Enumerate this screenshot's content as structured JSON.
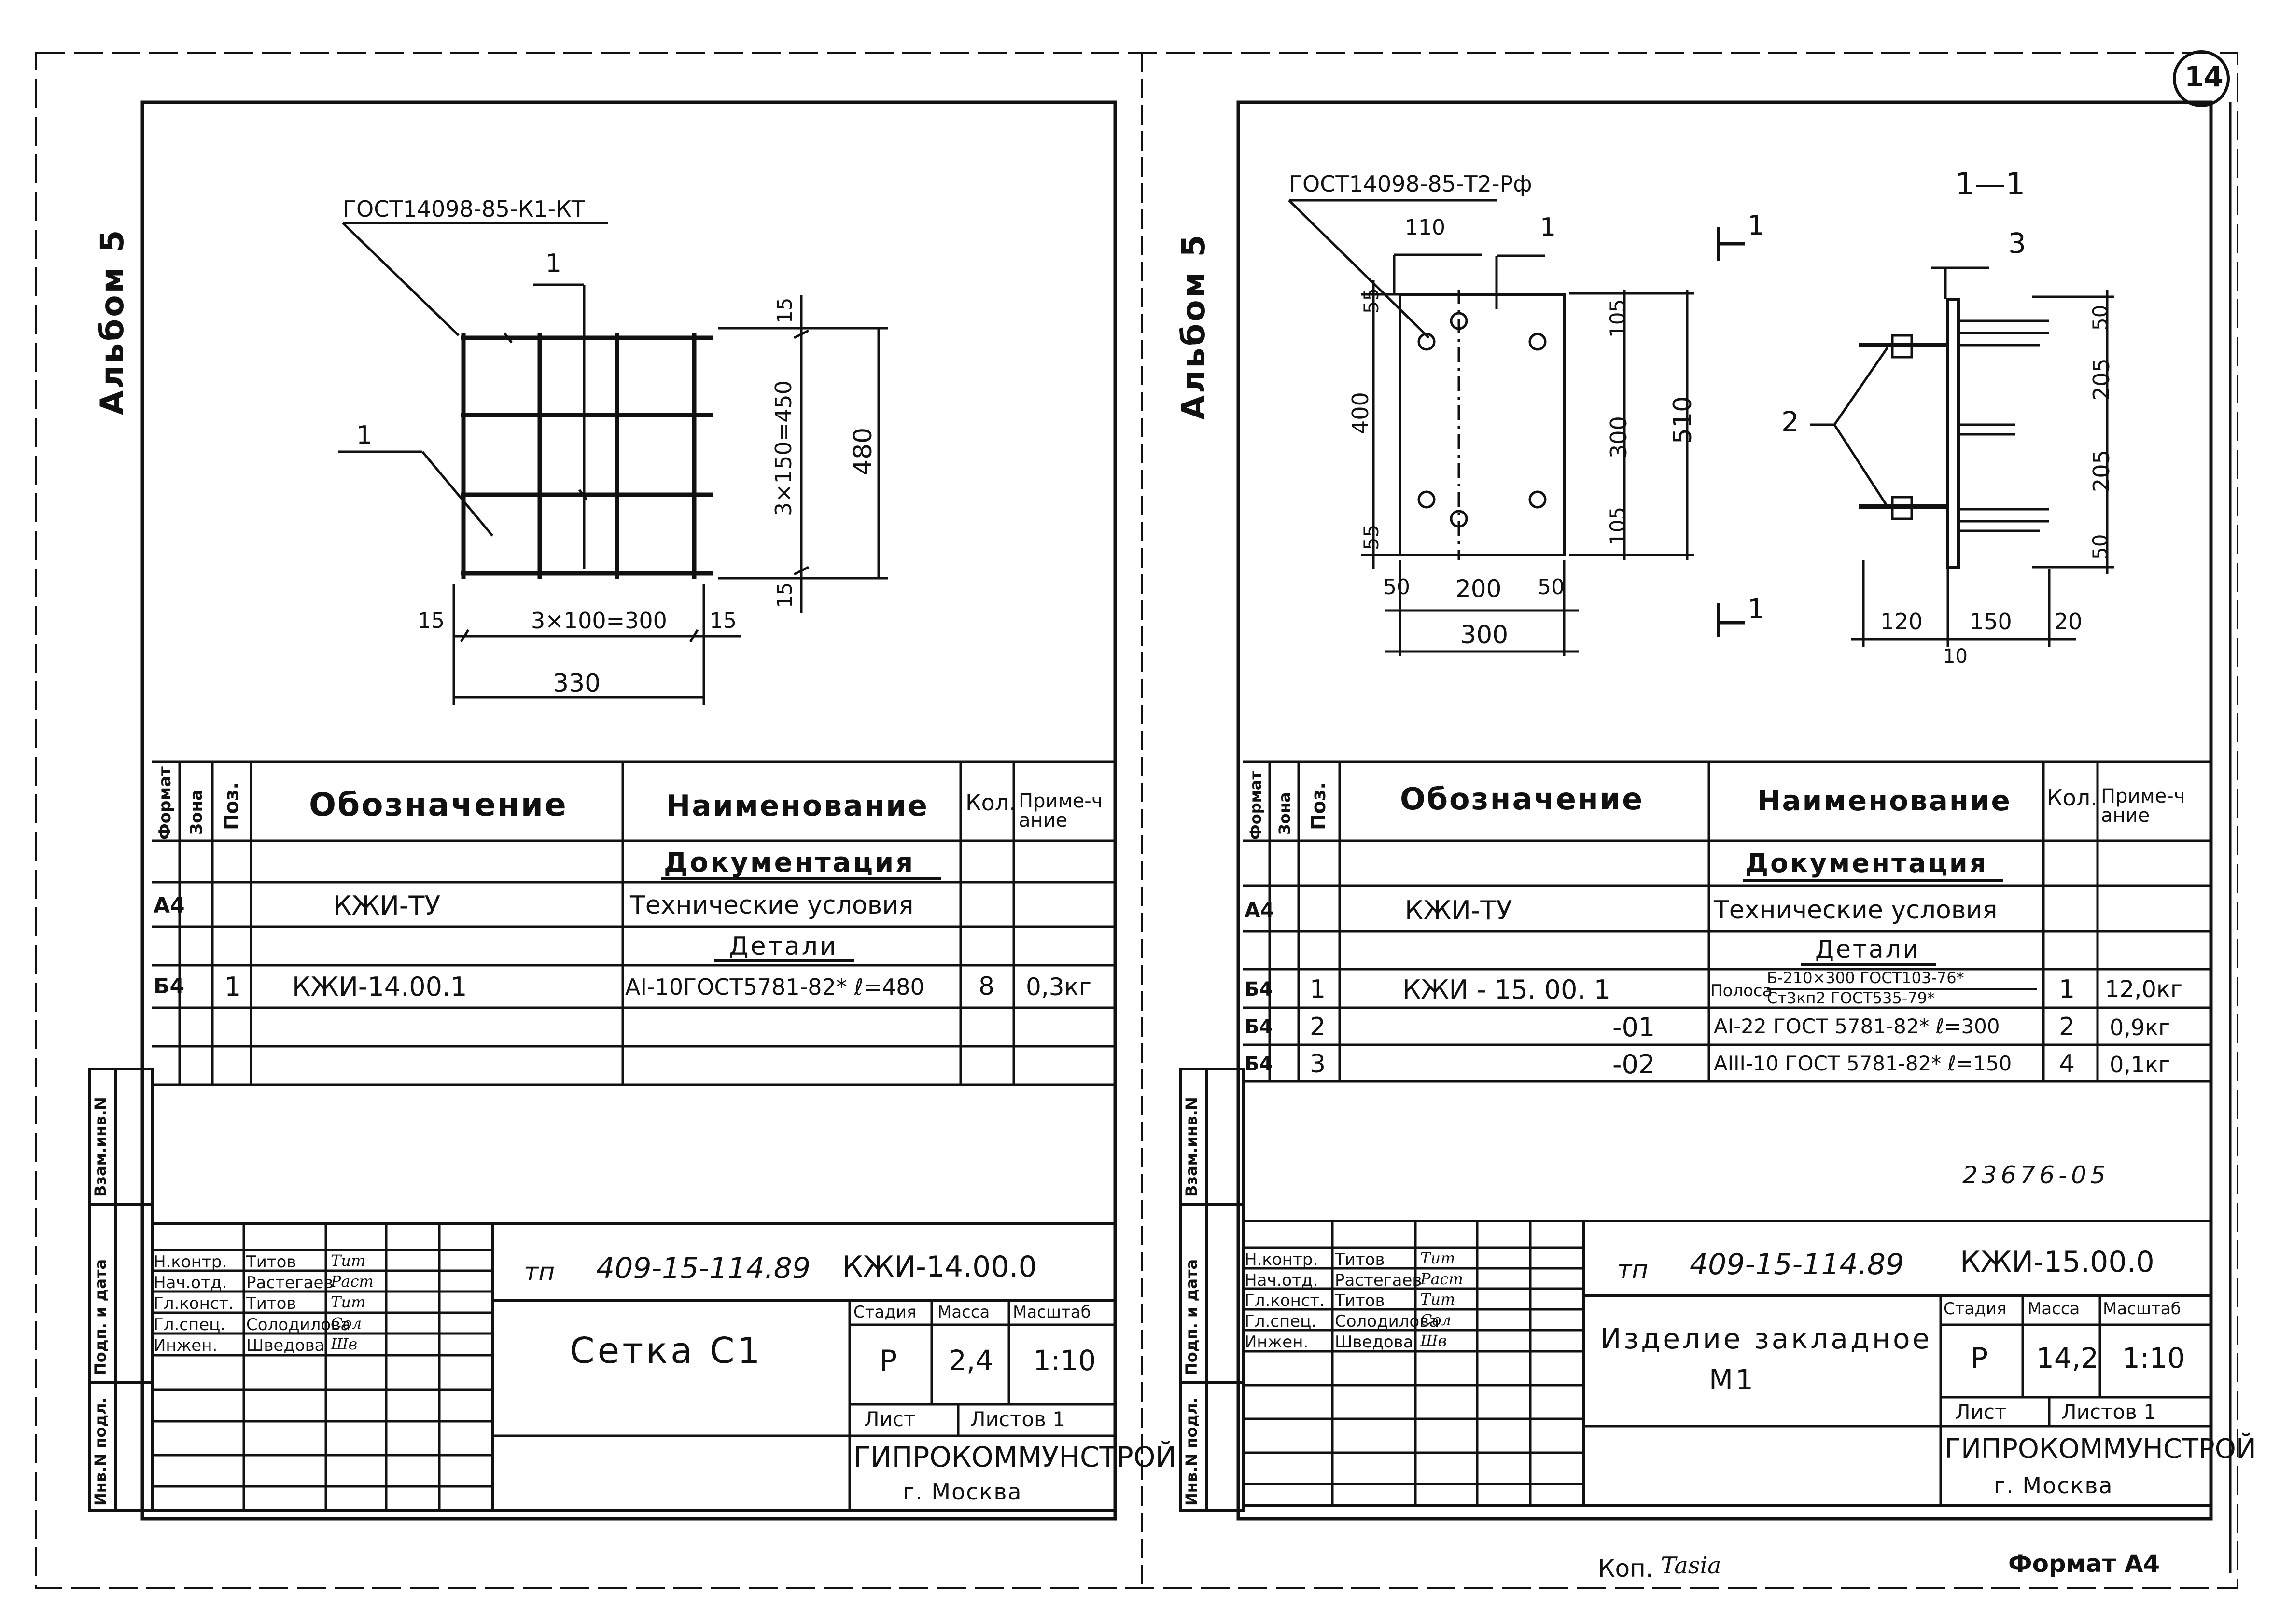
{
  "page_number": "14",
  "footer": {
    "copy_label": "Коп.",
    "copy_signature": "Tasia",
    "format_label": "Формат А4"
  },
  "sheets": [
    {
      "album": "Альбом 5",
      "drawing": {
        "gost": "ГОСТ14098-85-К1-КТ",
        "pos": "1",
        "dim_15_top": "15",
        "dim_3x150": "3×150=450",
        "dim_15_bottom": "15",
        "dim_480": "480",
        "dim_15_left": "15",
        "dim_3x100": "3×100=300",
        "dim_15_right": "15",
        "dim_330": "330"
      },
      "spec": {
        "headers": {
          "format": "Формат",
          "zone": "Зона",
          "pos": "Поз.",
          "designation": "Обозначение",
          "name": "Наименование",
          "qty": "Кол.",
          "note": "Приме-чание"
        },
        "section_doc": "Документация",
        "doc_row": {
          "format": "А4",
          "designation": "КЖИ-ТУ",
          "name": "Технические условия"
        },
        "section_parts": "Детали",
        "rows": [
          {
            "format": "Б4",
            "pos": "1",
            "designation": "КЖИ-14.00.1",
            "name": "АI-10ГОСТ5781-82* ℓ=480",
            "qty": "8",
            "note": "0,3кг"
          }
        ]
      },
      "side_stamp": {
        "inv_vzam": "Взам.инв.N",
        "podp_data": "Подп. и дата",
        "inv_podl": "Инв.N подл."
      },
      "title_block": {
        "roles": [
          {
            "role": "Н.контр.",
            "name": "Титов",
            "sig": "Тит"
          },
          {
            "role": "Нач.отд.",
            "name": "Растегаев",
            "sig": "Раст"
          },
          {
            "role": "Гл.конст.",
            "name": "Титов",
            "sig": "Тит"
          },
          {
            "role": "Гл.спец.",
            "name": "Солодилова",
            "sig": "Сол"
          },
          {
            "role": "Инжен.",
            "name": "Шведова",
            "sig": "Шв"
          }
        ],
        "tp": "тп",
        "project": "409-15-114.89",
        "code": "КЖИ-14.00.0",
        "title": "Сетка С1",
        "stage_label": "Стадия",
        "mass_label": "Масса",
        "scale_label": "Масштаб",
        "stage": "Р",
        "mass": "2,4",
        "scale": "1:10",
        "sheet_label": "Лист",
        "sheets_label": "Листов 1",
        "org": "ГИПРОКОММУНСТРОЙ",
        "city": "г. Москва"
      }
    },
    {
      "album": "Альбом 5",
      "drawing": {
        "gost": "ГОСТ14098-85-Т2-Рф",
        "pos1": "1",
        "section": "1—1",
        "cut": "1",
        "pos2": "2",
        "pos3": "3",
        "d110": "110",
        "d55a": "55",
        "d400": "400",
        "d55b": "55",
        "d50a": "50",
        "d200": "200",
        "d50b": "50",
        "d300": "300",
        "d105a": "105",
        "d300v": "300",
        "d105b": "105",
        "d510": "510",
        "s50a": "50",
        "s205a": "205",
        "s205b": "205",
        "s50b": "50",
        "s120": "120",
        "s150": "150",
        "s20": "20",
        "s10": "10"
      },
      "spec": {
        "headers": {
          "format": "Формат",
          "zone": "Зона",
          "pos": "Поз.",
          "designation": "Обозначение",
          "name": "Наименование",
          "qty": "Кол.",
          "note": "Приме-чание"
        },
        "section_doc": "Документация",
        "doc_row": {
          "format": "А4",
          "designation": "КЖИ-ТУ",
          "name": "Технические условия"
        },
        "section_parts": "Детали",
        "rows": [
          {
            "format": "Б4",
            "pos": "1",
            "designation": "КЖИ - 15. 00. 1",
            "name_a": "Полоса",
            "name_b": "Б-210×300 ГОСТ103-76*",
            "name_c": "Ст3кп2 ГОСТ535-79*",
            "qty": "1",
            "note": "12,0кг"
          },
          {
            "format": "Б4",
            "pos": "2",
            "designation": "-01",
            "name": "АI-22 ГОСТ 5781-82* ℓ=300",
            "qty": "2",
            "note": "0,9кг"
          },
          {
            "format": "Б4",
            "pos": "3",
            "designation": "-02",
            "name": "АIII-10 ГОСТ 5781-82* ℓ=150",
            "qty": "4",
            "note": "0,1кг"
          }
        ],
        "inventory": "23676-05"
      },
      "side_stamp": {
        "inv_vzam": "Взам.инв.N",
        "podp_data": "Подп. и дата",
        "inv_podl": "Инв.N подл."
      },
      "title_block": {
        "roles": [
          {
            "role": "Н.контр.",
            "name": "Титов",
            "sig": "Тит"
          },
          {
            "role": "Нач.отд.",
            "name": "Растегаев",
            "sig": "Раст"
          },
          {
            "role": "Гл.конст.",
            "name": "Титов",
            "sig": "Тит"
          },
          {
            "role": "Гл.спец.",
            "name": "Солодилова",
            "sig": "Сол"
          },
          {
            "role": "Инжен.",
            "name": "Шведова",
            "sig": "Шв"
          }
        ],
        "tp": "тп",
        "project": "409-15-114.89",
        "code": "КЖИ-15.00.0",
        "title_a": "Изделие закладное",
        "title_b": "М1",
        "stage_label": "Стадия",
        "mass_label": "Масса",
        "scale_label": "Масштаб",
        "stage": "Р",
        "mass": "14,2",
        "scale": "1:10",
        "sheet_label": "Лист",
        "sheets_label": "Листов 1",
        "org": "ГИПРОКОММУНСТРОЙ",
        "city": "г. Москва"
      }
    }
  ]
}
